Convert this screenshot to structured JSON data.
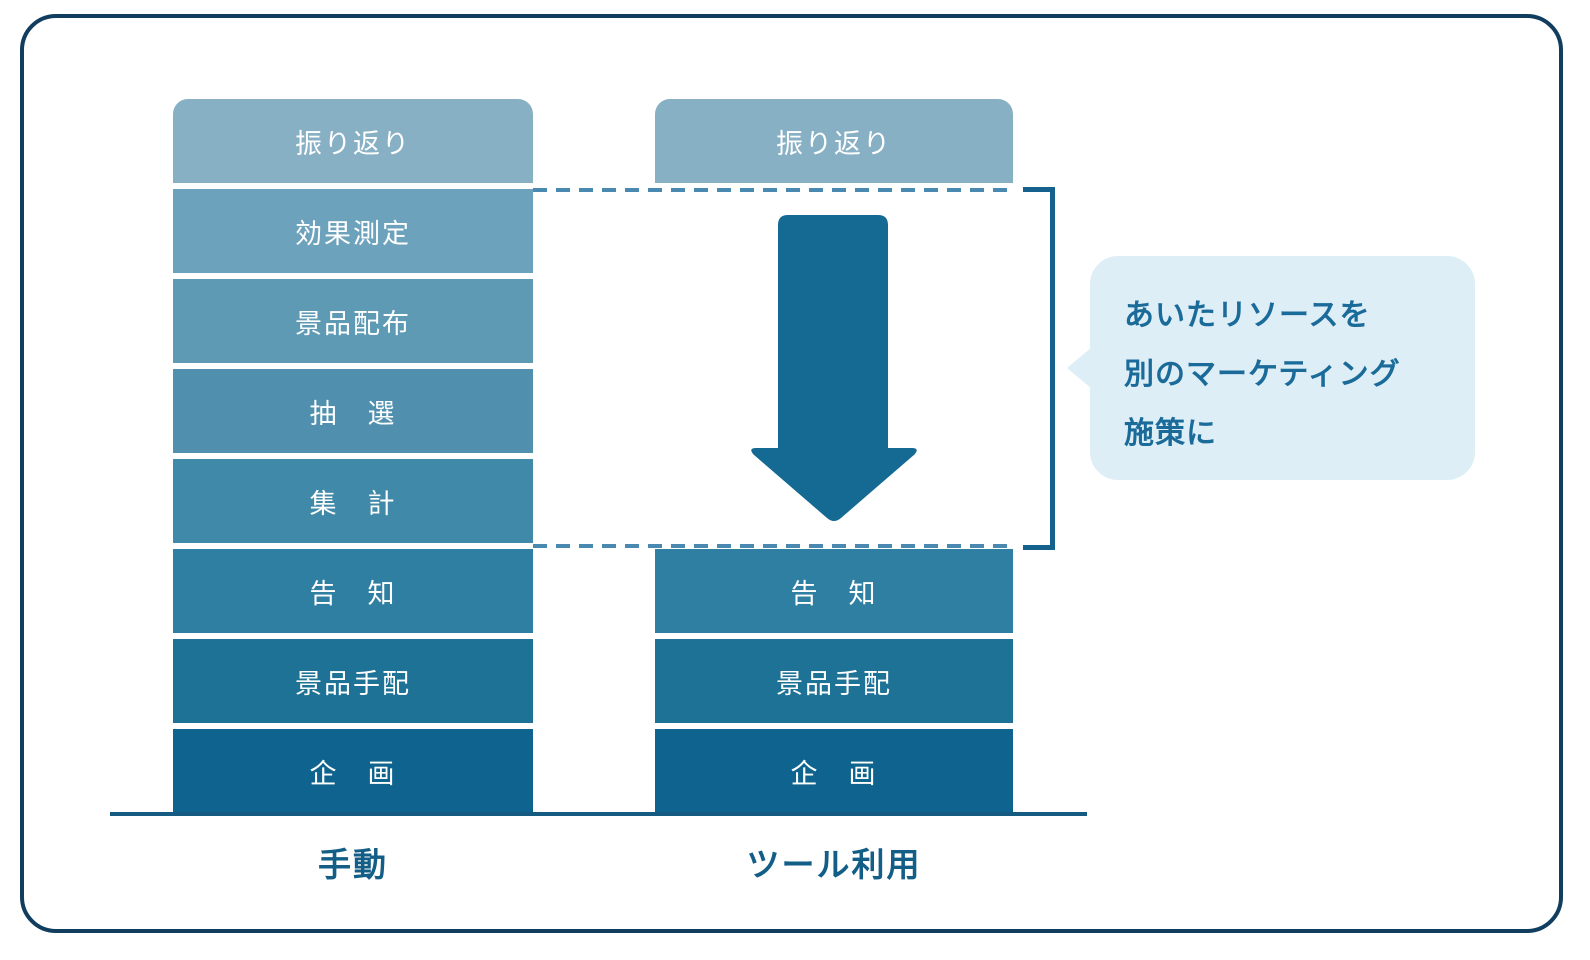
{
  "frame": {
    "border_color": "#113d5e"
  },
  "columns": {
    "manual": {
      "label": "手動",
      "blocks": [
        {
          "label": "振り返り",
          "color": "#87b0c5"
        },
        {
          "label": "効果測定",
          "color": "#6da2bc"
        },
        {
          "label": "景品配布",
          "color": "#5f9ab5"
        },
        {
          "label": "抽　選",
          "color": "#5090ae"
        },
        {
          "label": "集　計",
          "color": "#4089a8"
        },
        {
          "label": "告　知",
          "color": "#2e7fa2"
        },
        {
          "label": "景品手配",
          "color": "#1e7296"
        },
        {
          "label": "企　画",
          "color": "#0e648e"
        }
      ]
    },
    "tool": {
      "label": "ツール利用",
      "blocks": [
        {
          "label": "振り返り",
          "color": "#87b0c5"
        },
        {
          "label": "告　知",
          "color": "#2e7fa2"
        },
        {
          "label": "景品手配",
          "color": "#1e7296"
        },
        {
          "label": "企　画",
          "color": "#0e648e"
        }
      ]
    }
  },
  "dashed_region": {
    "line_color": "#4a8ab1",
    "bracket_color": "#15618d"
  },
  "arrow": {
    "direction": "down",
    "color": "#156a94"
  },
  "axis": {
    "line_color": "#155a80",
    "label_color": "#135e86"
  },
  "callout": {
    "line1": "あいたリソースを",
    "line2": "別のマーケティング",
    "line3": "施策に",
    "bg_color": "#ddeef6",
    "text_color": "#1a6b99"
  }
}
